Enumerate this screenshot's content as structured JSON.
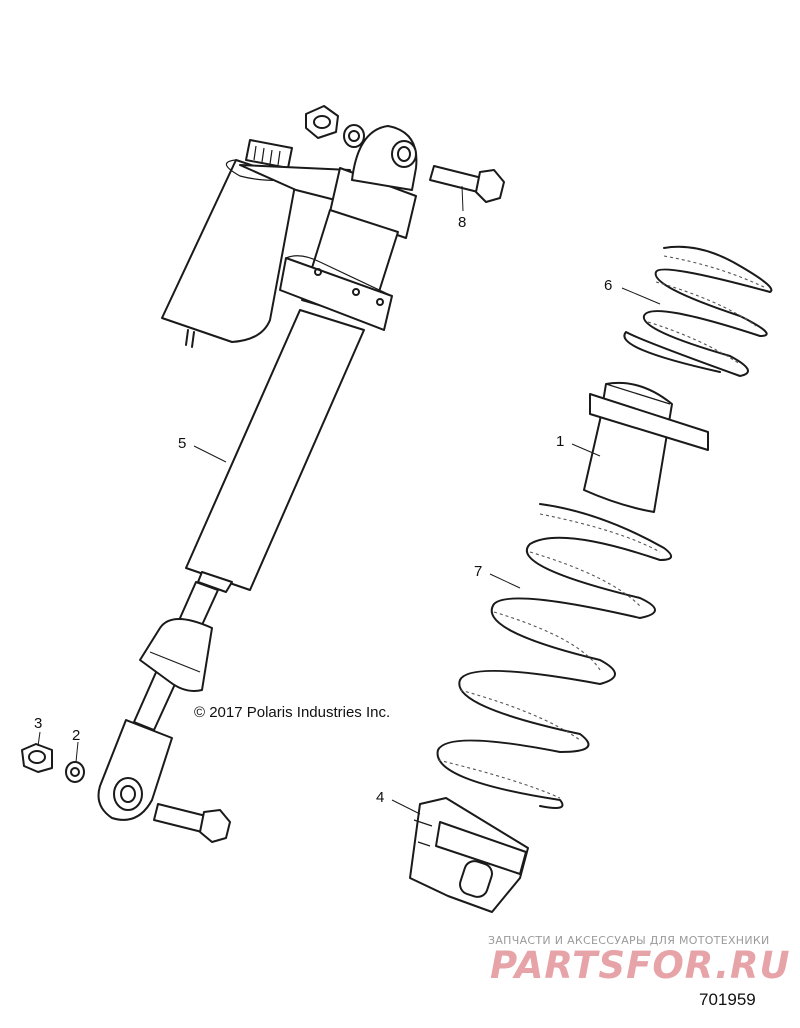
{
  "callouts": {
    "c1": "1",
    "c2": "2",
    "c3": "3",
    "c4": "4",
    "c5": "5",
    "c6": "6",
    "c7": "7",
    "c8": "8"
  },
  "copyright": "© 2017 Polaris Industries Inc.",
  "watermark": {
    "tagline": "ЗАПЧАСТИ И АКСЕССУАРЫ ДЛЯ МОТОТЕХНИКИ",
    "logo": "PARTSFOR.RU"
  },
  "doc_number": "701959"
}
